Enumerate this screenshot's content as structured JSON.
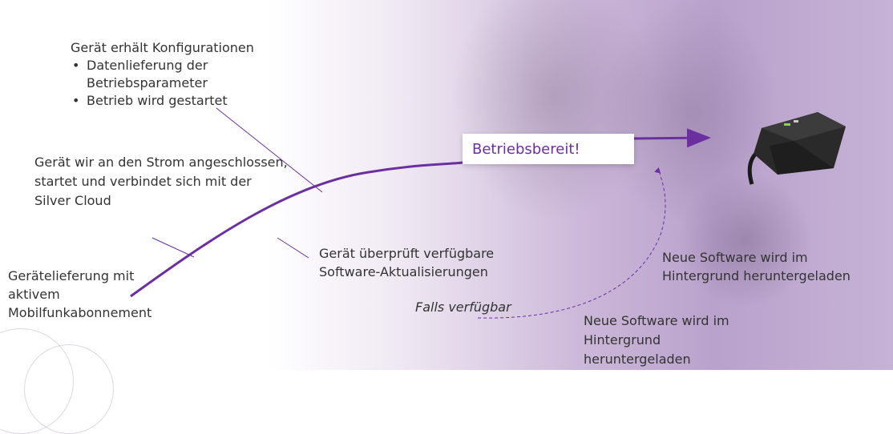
{
  "steps": {
    "delivery": "Gerätelieferung mit aktivem Mobilfunkabonnement",
    "connect": "Gerät wir an den Strom angeschlossen, startet und verbindet sich mit der Silver Cloud",
    "config": {
      "title": "Gerät erhält Konfigurationen",
      "bullets": [
        "Datenlieferung der Betriebsparameter",
        "Betrieb wird gestartet"
      ]
    },
    "check": "Gerät überprüft verfügbare Software-Aktualisierungen",
    "ready": "Betriebsbereit!",
    "if_available": "Falls verfügbar",
    "download_right": "Neue Software wird im Hintergrund heruntergeladen",
    "download_bottom": "Neue Software wird im Hintergrund heruntergeladen"
  },
  "colors": {
    "accent": "#6b2fa0",
    "text": "#333333"
  },
  "icons": {
    "device": "tracking-device-icon"
  }
}
